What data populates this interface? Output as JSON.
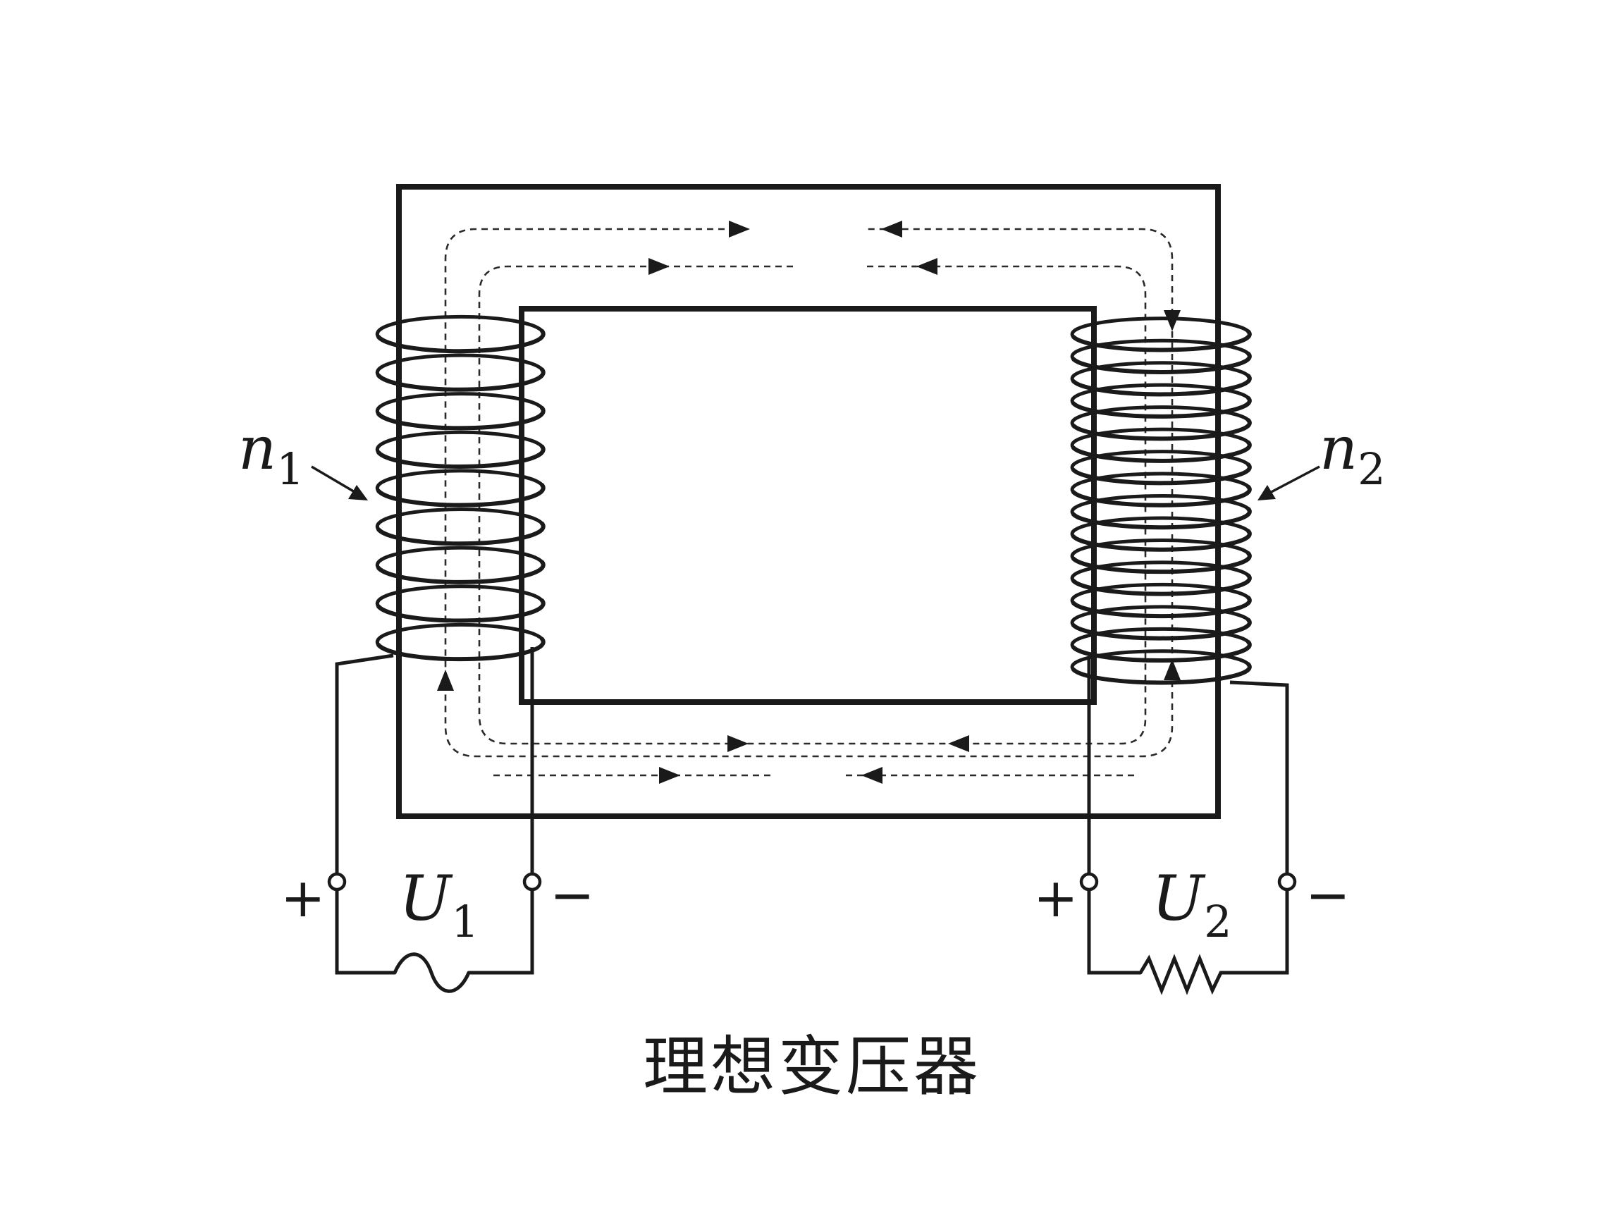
{
  "diagram": {
    "caption": "理想变压器",
    "primary_winding_label": {
      "main": "n",
      "sub": "1"
    },
    "secondary_winding_label": {
      "main": "n",
      "sub": "2"
    },
    "primary_voltage_label": {
      "main": "U",
      "sub": "1"
    },
    "secondary_voltage_label": {
      "main": "U",
      "sub": "2"
    },
    "plus_sign": "+",
    "minus_sign": "−",
    "primary_turns": 9,
    "secondary_turns": 16
  }
}
